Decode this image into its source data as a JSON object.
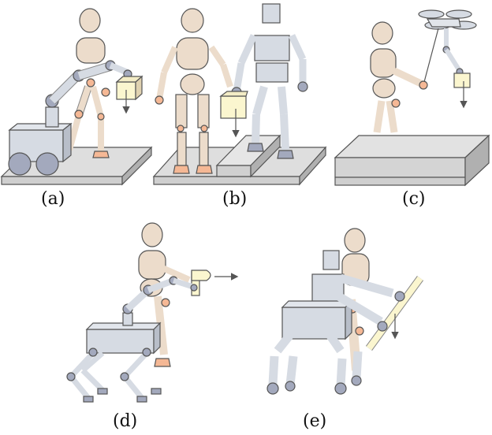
{
  "figure": {
    "panels": [
      {
        "id": "a",
        "label": "(a)",
        "scene": "wheeled mobile manipulator passes box to human on platform"
      },
      {
        "id": "b",
        "label": "(b)",
        "scene": "humanoid robot hands box to human, step platform"
      },
      {
        "id": "c",
        "label": "(c)",
        "scene": "human guides aerial drone with arm carrying box via tether"
      },
      {
        "id": "d",
        "label": "(d)",
        "scene": "quadruped robot with arm co-manipulates drill with human"
      },
      {
        "id": "e",
        "label": "(e)",
        "scene": "quadruped with dual-arm torso carries long bar with human"
      }
    ],
    "colors": {
      "human_skin": "#ecdccb",
      "human_joint": "#f5b895",
      "robot_body": "#d6dbe3",
      "robot_joint": "#a3a9bd",
      "object": "#fbf6cf",
      "ground": "#dddddd",
      "outline": "#555555",
      "arrow": "#555555"
    }
  }
}
